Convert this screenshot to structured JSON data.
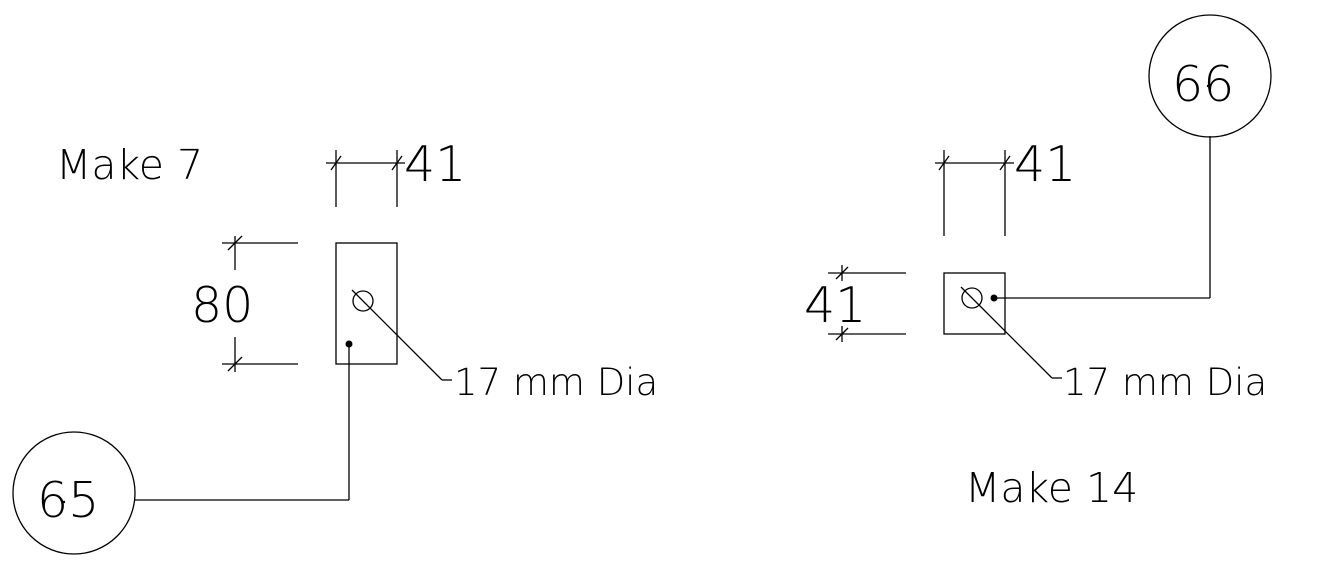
{
  "part_left": {
    "make_label": "Make 7",
    "width_dim": "41",
    "height_dim": "80",
    "hole_label": "17 mm Dia",
    "balloon": "65"
  },
  "part_right": {
    "make_label": "Make 14",
    "width_dim": "41",
    "height_dim": "41",
    "hole_label": "17 mm Dia",
    "balloon": "66"
  }
}
